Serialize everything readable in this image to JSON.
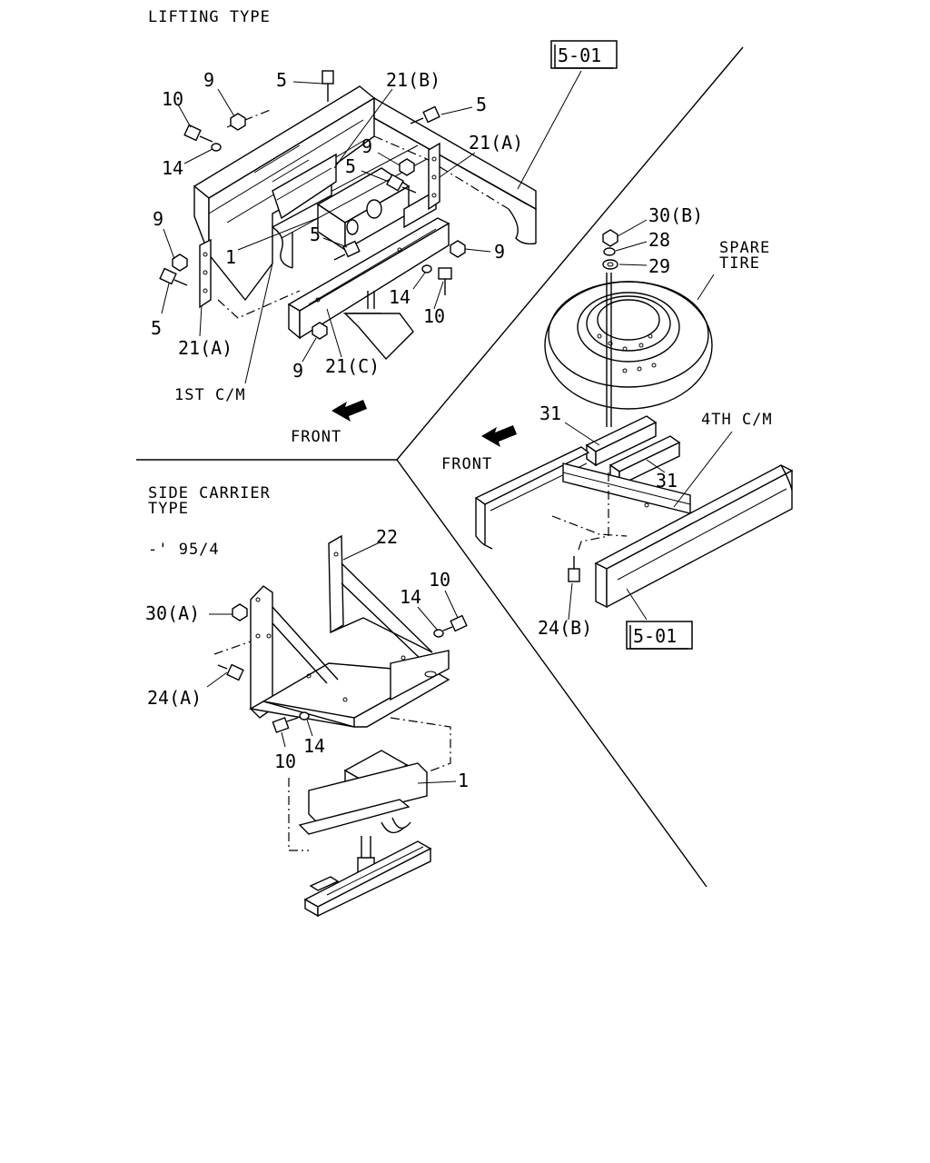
{
  "sections": {
    "lifting": {
      "title": "LIFTING TYPE",
      "frame_label": "1ST C/M",
      "front": "FRONT",
      "ref_box": "5-01",
      "labels": {
        "p5a": "5",
        "p9a": "9",
        "p10a": "10",
        "p21b": "21(B)",
        "p5b": "5",
        "p14a": "14",
        "p9b": "9",
        "p21a_top": "21(A)",
        "p5c": "5",
        "p9c": "9",
        "p5d": "5",
        "p1": "1",
        "p9d": "9",
        "p5e": "5",
        "p14b": "14",
        "p10b": "10",
        "p21a_bot": "21(A)",
        "p9e": "9",
        "p21c": "21(C)"
      }
    },
    "spare": {
      "title_line1": "SPARE",
      "title_line2": "TIRE",
      "frame_label": "4TH C/M",
      "front": "FRONT",
      "ref_box": "5-01",
      "labels": {
        "p30b": "30(B)",
        "p28": "28",
        "p29": "29",
        "p31a": "31",
        "p31b": "31",
        "p24b": "24(B)"
      }
    },
    "side": {
      "title_line1": "SIDE CARRIER",
      "title_line2": "TYPE",
      "date_range": "-' 95/4",
      "labels": {
        "p22": "22",
        "p10a": "10",
        "p14a": "14",
        "p30a": "30(A)",
        "p24a": "24(A)",
        "p10b": "10",
        "p14b": "14",
        "p1": "1"
      }
    }
  },
  "icons": {
    "front_arrow_1": "arrow-front-icon",
    "front_arrow_2": "arrow-front-icon"
  }
}
